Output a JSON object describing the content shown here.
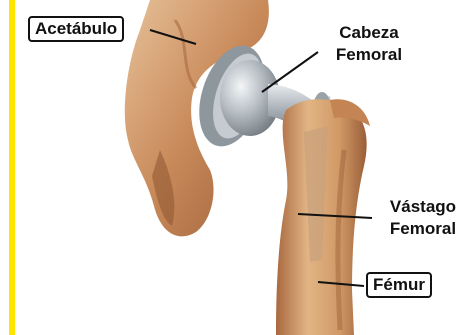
{
  "labels": {
    "acetabulo": "Acetábulo",
    "cabeza_line1": "Cabeza",
    "cabeza_line2": "Femoral",
    "vastago_line1": "Vástago",
    "vastago_line2": "Femoral",
    "femur": "Fémur"
  },
  "colors": {
    "accent_bar": "#ffe600",
    "bone": "#d9a877",
    "bone_shadow": "#b0744a",
    "implant": "#a9b0b6"
  }
}
